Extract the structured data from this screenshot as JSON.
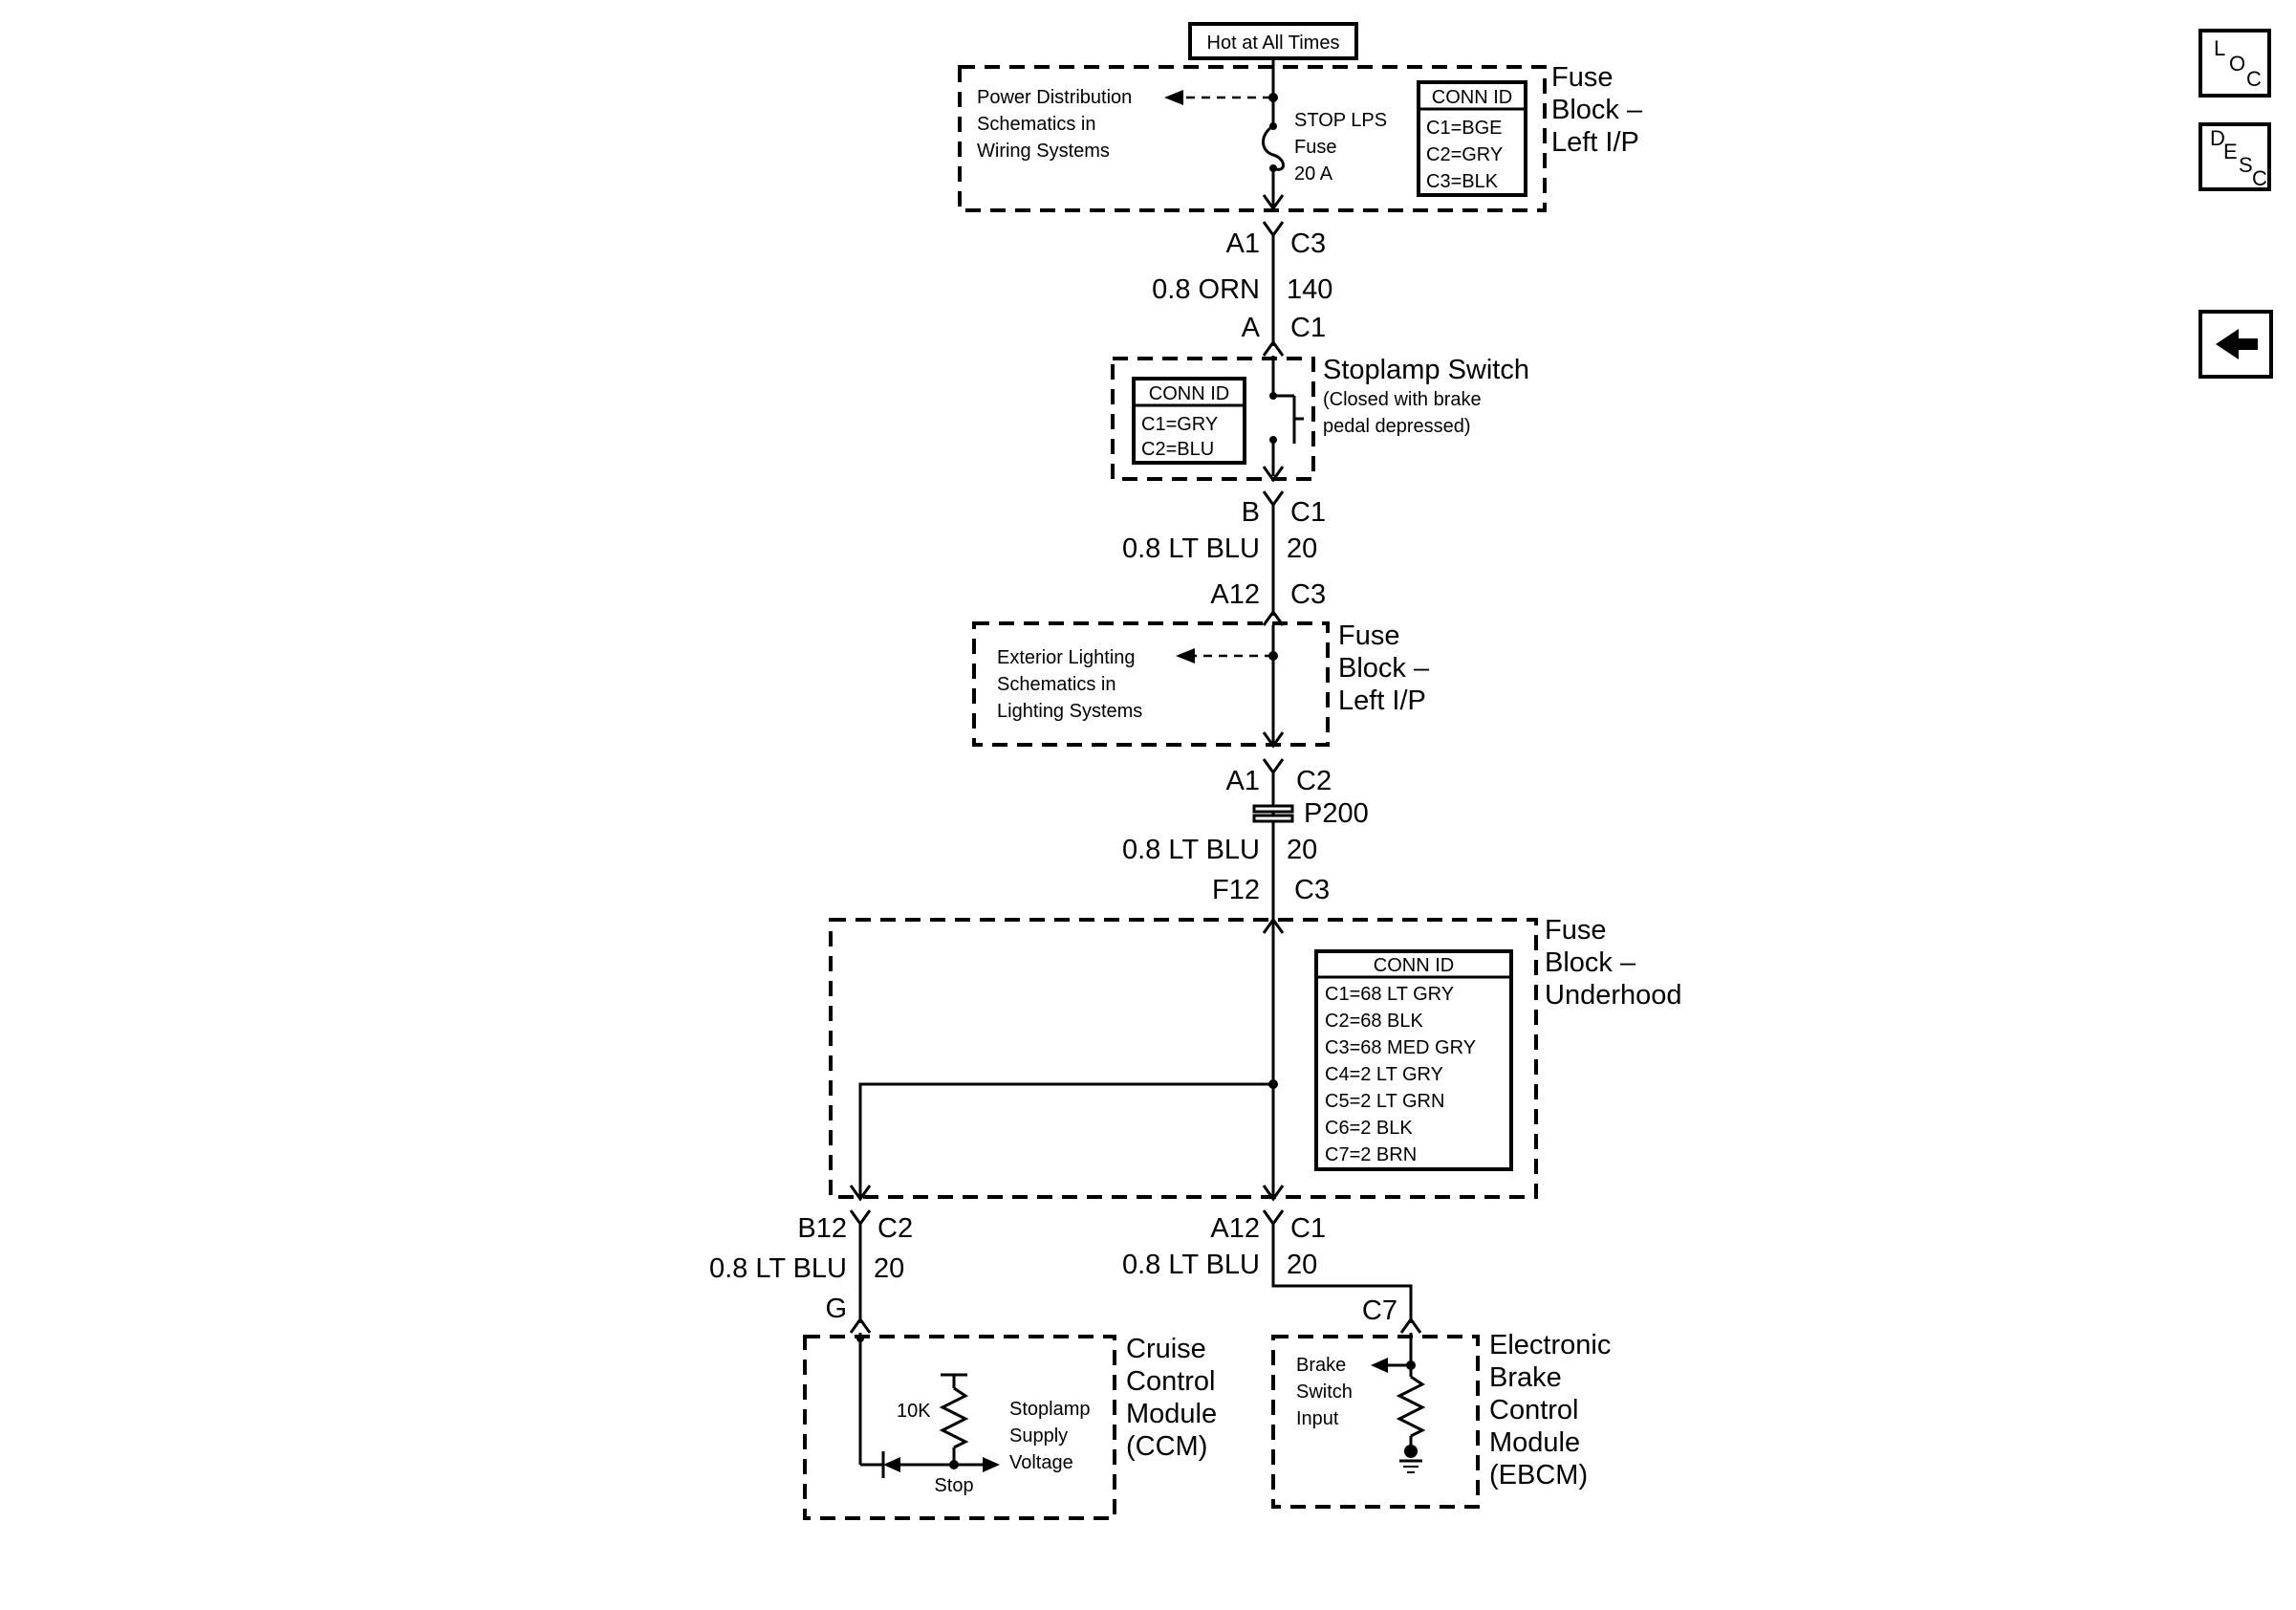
{
  "header": {
    "hot_label": "Hot at All Times"
  },
  "fuse_block_top": {
    "name": [
      "Fuse",
      "Block –",
      "Left I/P"
    ],
    "note": [
      "Power Distribution",
      "Schematics in",
      "Wiring Systems"
    ],
    "fuse": [
      "STOP LPS",
      "Fuse",
      "20 A"
    ],
    "conn_id": {
      "title": "CONN ID",
      "rows": [
        "C1=BGE",
        "C2=GRY",
        "C3=BLK"
      ]
    }
  },
  "wire_1": {
    "top_pin": "A1",
    "top_conn": "C3",
    "size_color": "0.8 ORN",
    "circuit": "140",
    "bottom_pin": "A",
    "bottom_conn": "C1"
  },
  "stoplamp_switch": {
    "name": "Stoplamp Switch",
    "note": [
      "(Closed with brake",
      "pedal depressed)"
    ],
    "conn_id": {
      "title": "CONN ID",
      "rows": [
        "C1=GRY",
        "C2=BLU"
      ]
    }
  },
  "wire_2": {
    "top_pin": "B",
    "top_conn": "C1",
    "size_color": "0.8 LT BLU",
    "circuit": "20",
    "bottom_pin": "A12",
    "bottom_conn": "C3"
  },
  "fuse_block_mid": {
    "name": [
      "Fuse",
      "Block –",
      "Left I/P"
    ],
    "note": [
      "Exterior Lighting",
      "Schematics in",
      "Lighting Systems"
    ]
  },
  "wire_3": {
    "top_pin": "A1",
    "top_conn": "C2",
    "splice": "P200",
    "size_color": "0.8 LT BLU",
    "circuit": "20",
    "bottom_pin": "F12",
    "bottom_conn": "C3"
  },
  "fuse_block_underhood": {
    "name": [
      "Fuse",
      "Block –",
      "Underhood"
    ],
    "conn_id": {
      "title": "CONN ID",
      "rows": [
        "C1=68 LT GRY",
        "C2=68 BLK",
        "C3=68 MED GRY",
        "C4=2 LT GRY",
        "C5=2 LT GRN",
        "C6=2 BLK",
        "C7=2 BRN"
      ]
    }
  },
  "wire_4": {
    "top_pin": "B12",
    "top_conn": "C2",
    "size_color": "0.8 LT BLU",
    "circuit": "20",
    "bottom_pin": "G"
  },
  "wire_5": {
    "top_pin": "A12",
    "top_conn": "C1",
    "size_color": "0.8 LT BLU",
    "circuit": "20",
    "bottom_pin": "C7"
  },
  "ccm": {
    "name": [
      "Cruise",
      "Control",
      "Module",
      "(CCM)"
    ],
    "resistor": "10K",
    "note": [
      "Stoplamp",
      "Supply",
      "Voltage"
    ],
    "stop": "Stop"
  },
  "ebcm": {
    "name": [
      "Electronic",
      "Brake",
      "Control",
      "Module",
      "(EBCM)"
    ],
    "note": [
      "Brake",
      "Switch",
      "Input"
    ]
  },
  "nav": {
    "loc": {
      "a": "L",
      "b": "O",
      "c": "C"
    },
    "desc": {
      "a": "D",
      "b": "E",
      "c": "S",
      "d": "C"
    },
    "back_icon": "arrow-left-icon"
  }
}
